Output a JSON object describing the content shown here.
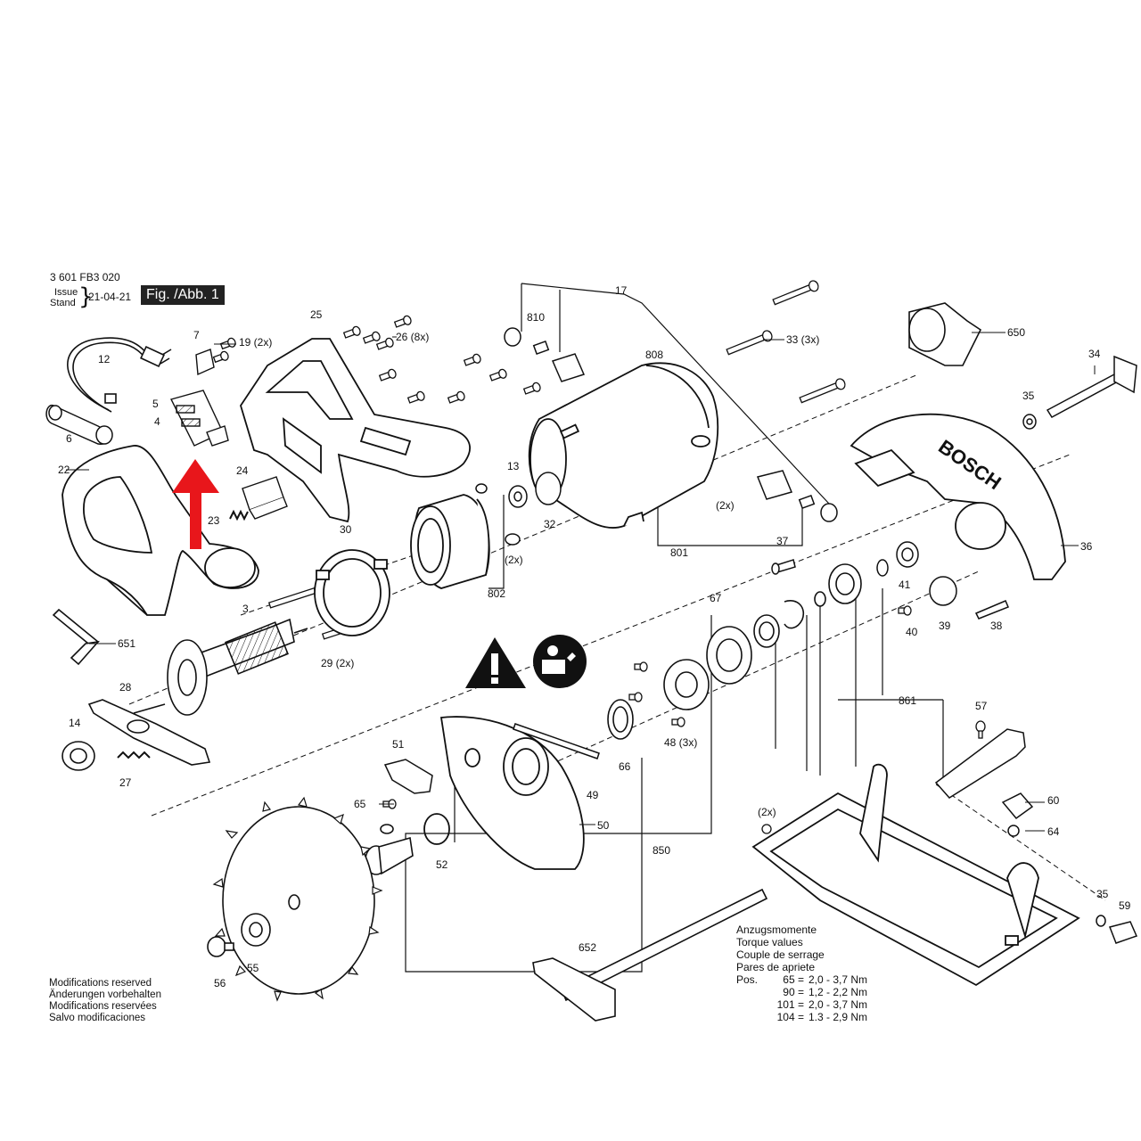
{
  "header": {
    "part_number": "3 601 FB3 020",
    "issue_label": "Issue",
    "stand_label": "Stand",
    "date": "21-04-21",
    "figure": "Fig. /Abb. 1"
  },
  "colors": {
    "line": "#111111",
    "arrow": "#e8161b",
    "fill": "#ffffff",
    "badge": "#222222"
  },
  "callouts": [
    {
      "id": "c17",
      "text": "17"
    },
    {
      "id": "c810",
      "text": "810"
    },
    {
      "id": "c808",
      "text": "808"
    },
    {
      "id": "c25",
      "text": "25"
    },
    {
      "id": "c26",
      "text": "26 (8x)"
    },
    {
      "id": "c19",
      "text": "19 (2x)"
    },
    {
      "id": "c7",
      "text": "7"
    },
    {
      "id": "c12",
      "text": "12"
    },
    {
      "id": "c5",
      "text": "5"
    },
    {
      "id": "c4",
      "text": "4"
    },
    {
      "id": "c6",
      "text": "6"
    },
    {
      "id": "c22",
      "text": "22"
    },
    {
      "id": "c24",
      "text": "24"
    },
    {
      "id": "c23",
      "text": "23"
    },
    {
      "id": "c33",
      "text": "33 (3x)"
    },
    {
      "id": "c650",
      "text": "650"
    },
    {
      "id": "c34",
      "text": "34"
    },
    {
      "id": "c35a",
      "text": "35"
    },
    {
      "id": "c13",
      "text": "13"
    },
    {
      "id": "c32",
      "text": "32"
    },
    {
      "id": "c2x1",
      "text": "(2x)"
    },
    {
      "id": "c801",
      "text": "801"
    },
    {
      "id": "c30",
      "text": "30"
    },
    {
      "id": "c2x2",
      "text": "(2x)"
    },
    {
      "id": "c802",
      "text": "802"
    },
    {
      "id": "c37",
      "text": "37"
    },
    {
      "id": "c36",
      "text": "36"
    },
    {
      "id": "c41",
      "text": "41"
    },
    {
      "id": "c40",
      "text": "40"
    },
    {
      "id": "c39",
      "text": "39"
    },
    {
      "id": "c38",
      "text": "38"
    },
    {
      "id": "c3",
      "text": "3"
    },
    {
      "id": "c29",
      "text": "29 (2x)"
    },
    {
      "id": "c651",
      "text": "651"
    },
    {
      "id": "c67",
      "text": "67"
    },
    {
      "id": "c28",
      "text": "28"
    },
    {
      "id": "c14",
      "text": "14"
    },
    {
      "id": "c27",
      "text": "27"
    },
    {
      "id": "c48",
      "text": "48 (3x)"
    },
    {
      "id": "c66",
      "text": "66"
    },
    {
      "id": "c861",
      "text": "861"
    },
    {
      "id": "c57",
      "text": "57"
    },
    {
      "id": "c51",
      "text": "51"
    },
    {
      "id": "c49",
      "text": "49"
    },
    {
      "id": "c65",
      "text": "65"
    },
    {
      "id": "c50",
      "text": "50"
    },
    {
      "id": "c60",
      "text": "60"
    },
    {
      "id": "c2x3",
      "text": "(2x)"
    },
    {
      "id": "c64",
      "text": "64"
    },
    {
      "id": "c52",
      "text": "52"
    },
    {
      "id": "c850",
      "text": "850"
    },
    {
      "id": "c35b",
      "text": "35"
    },
    {
      "id": "c59",
      "text": "59"
    },
    {
      "id": "c652",
      "text": "652"
    },
    {
      "id": "c56",
      "text": "56"
    },
    {
      "id": "c55",
      "text": "55"
    }
  ],
  "brand_text": "BOSCH",
  "modifications": [
    "Modifications reserved",
    "Änderungen vorbehalten",
    "Modifications reservées",
    "Salvo modificaciones"
  ],
  "torque": {
    "titles": [
      "Anzugsmomente",
      "Torque values",
      "Couple de serrage",
      "Pares de apriete"
    ],
    "pos_label": "Pos.",
    "rows": [
      {
        "pos": "65 =",
        "value": "2,0 - 3,7 Nm"
      },
      {
        "pos": "90 =",
        "value": "1,2 - 2,2 Nm"
      },
      {
        "pos": "101 =",
        "value": "2,0 - 3,7 Nm"
      },
      {
        "pos": "104 =",
        "value": "1.3 - 2,9 Nm"
      }
    ]
  },
  "icons": [
    "warning-icon",
    "read-manual-icon",
    "highlight-arrow-icon"
  ]
}
